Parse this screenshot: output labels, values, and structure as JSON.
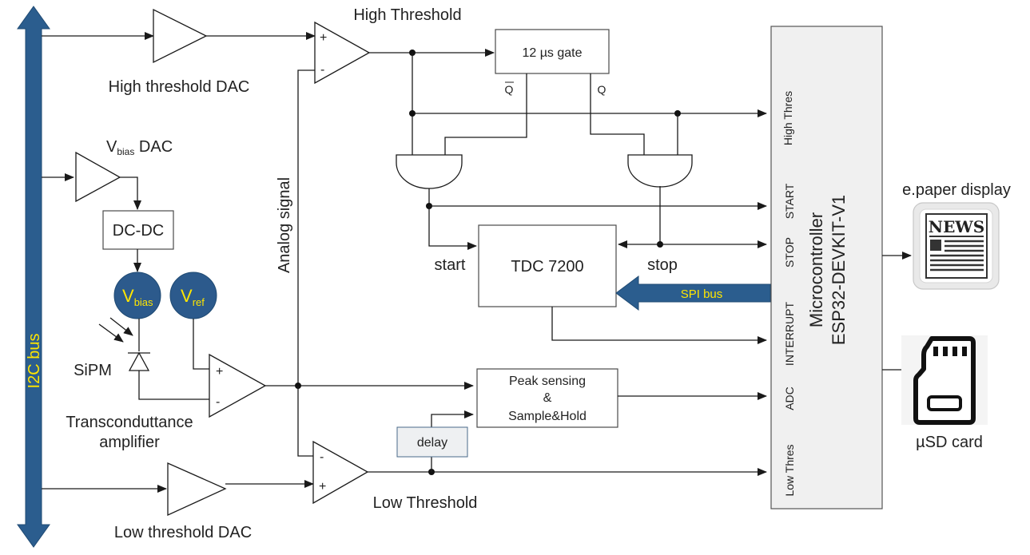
{
  "blocks": {
    "high_threshold_dac": "High threshold DAC",
    "vbias_dac_main": "V",
    "vbias_dac_sub": "bias",
    "vbias_dac_tail": " DAC",
    "dcdc": "DC-DC",
    "vbias_circle_main": "V",
    "vbias_circle_sub": "bias",
    "vref_circle_main": "V",
    "vref_circle_sub": "ref",
    "sipm": "SiPM",
    "transconductance_line1": "Transconduttance",
    "transconductance_line2": "amplifier",
    "low_threshold_dac": "Low threshold DAC",
    "analog_signal": "Analog signal",
    "high_threshold": "High Threshold",
    "low_threshold": "Low Threshold",
    "gate": "12 µs gate",
    "qbar": "Q",
    "q": "Q",
    "tdc": "TDC 7200",
    "start": "start",
    "stop": "stop",
    "spi_bus": "SPI bus",
    "peak_line1": "Peak sensing",
    "peak_line2": "&",
    "peak_line3": "Sample&Hold",
    "delay": "delay",
    "i2c_bus": "I2C bus",
    "plus": "+",
    "minus": "-"
  },
  "microcontroller": {
    "name_line1": "Microcontroller",
    "name_line2": "ESP32-DEVKIT-V1",
    "pins": [
      "High Thres",
      "START",
      "STOP",
      "INTERRUPT",
      "ADC",
      "Low Thres"
    ]
  },
  "peripherals": {
    "epaper": "e.paper display",
    "news": "NEWS",
    "sd": "µSD card"
  },
  "colors": {
    "bus_blue": "#2b5d8e",
    "circle_blue": "#2c5a8c",
    "label_yellow": "#ffe600"
  }
}
